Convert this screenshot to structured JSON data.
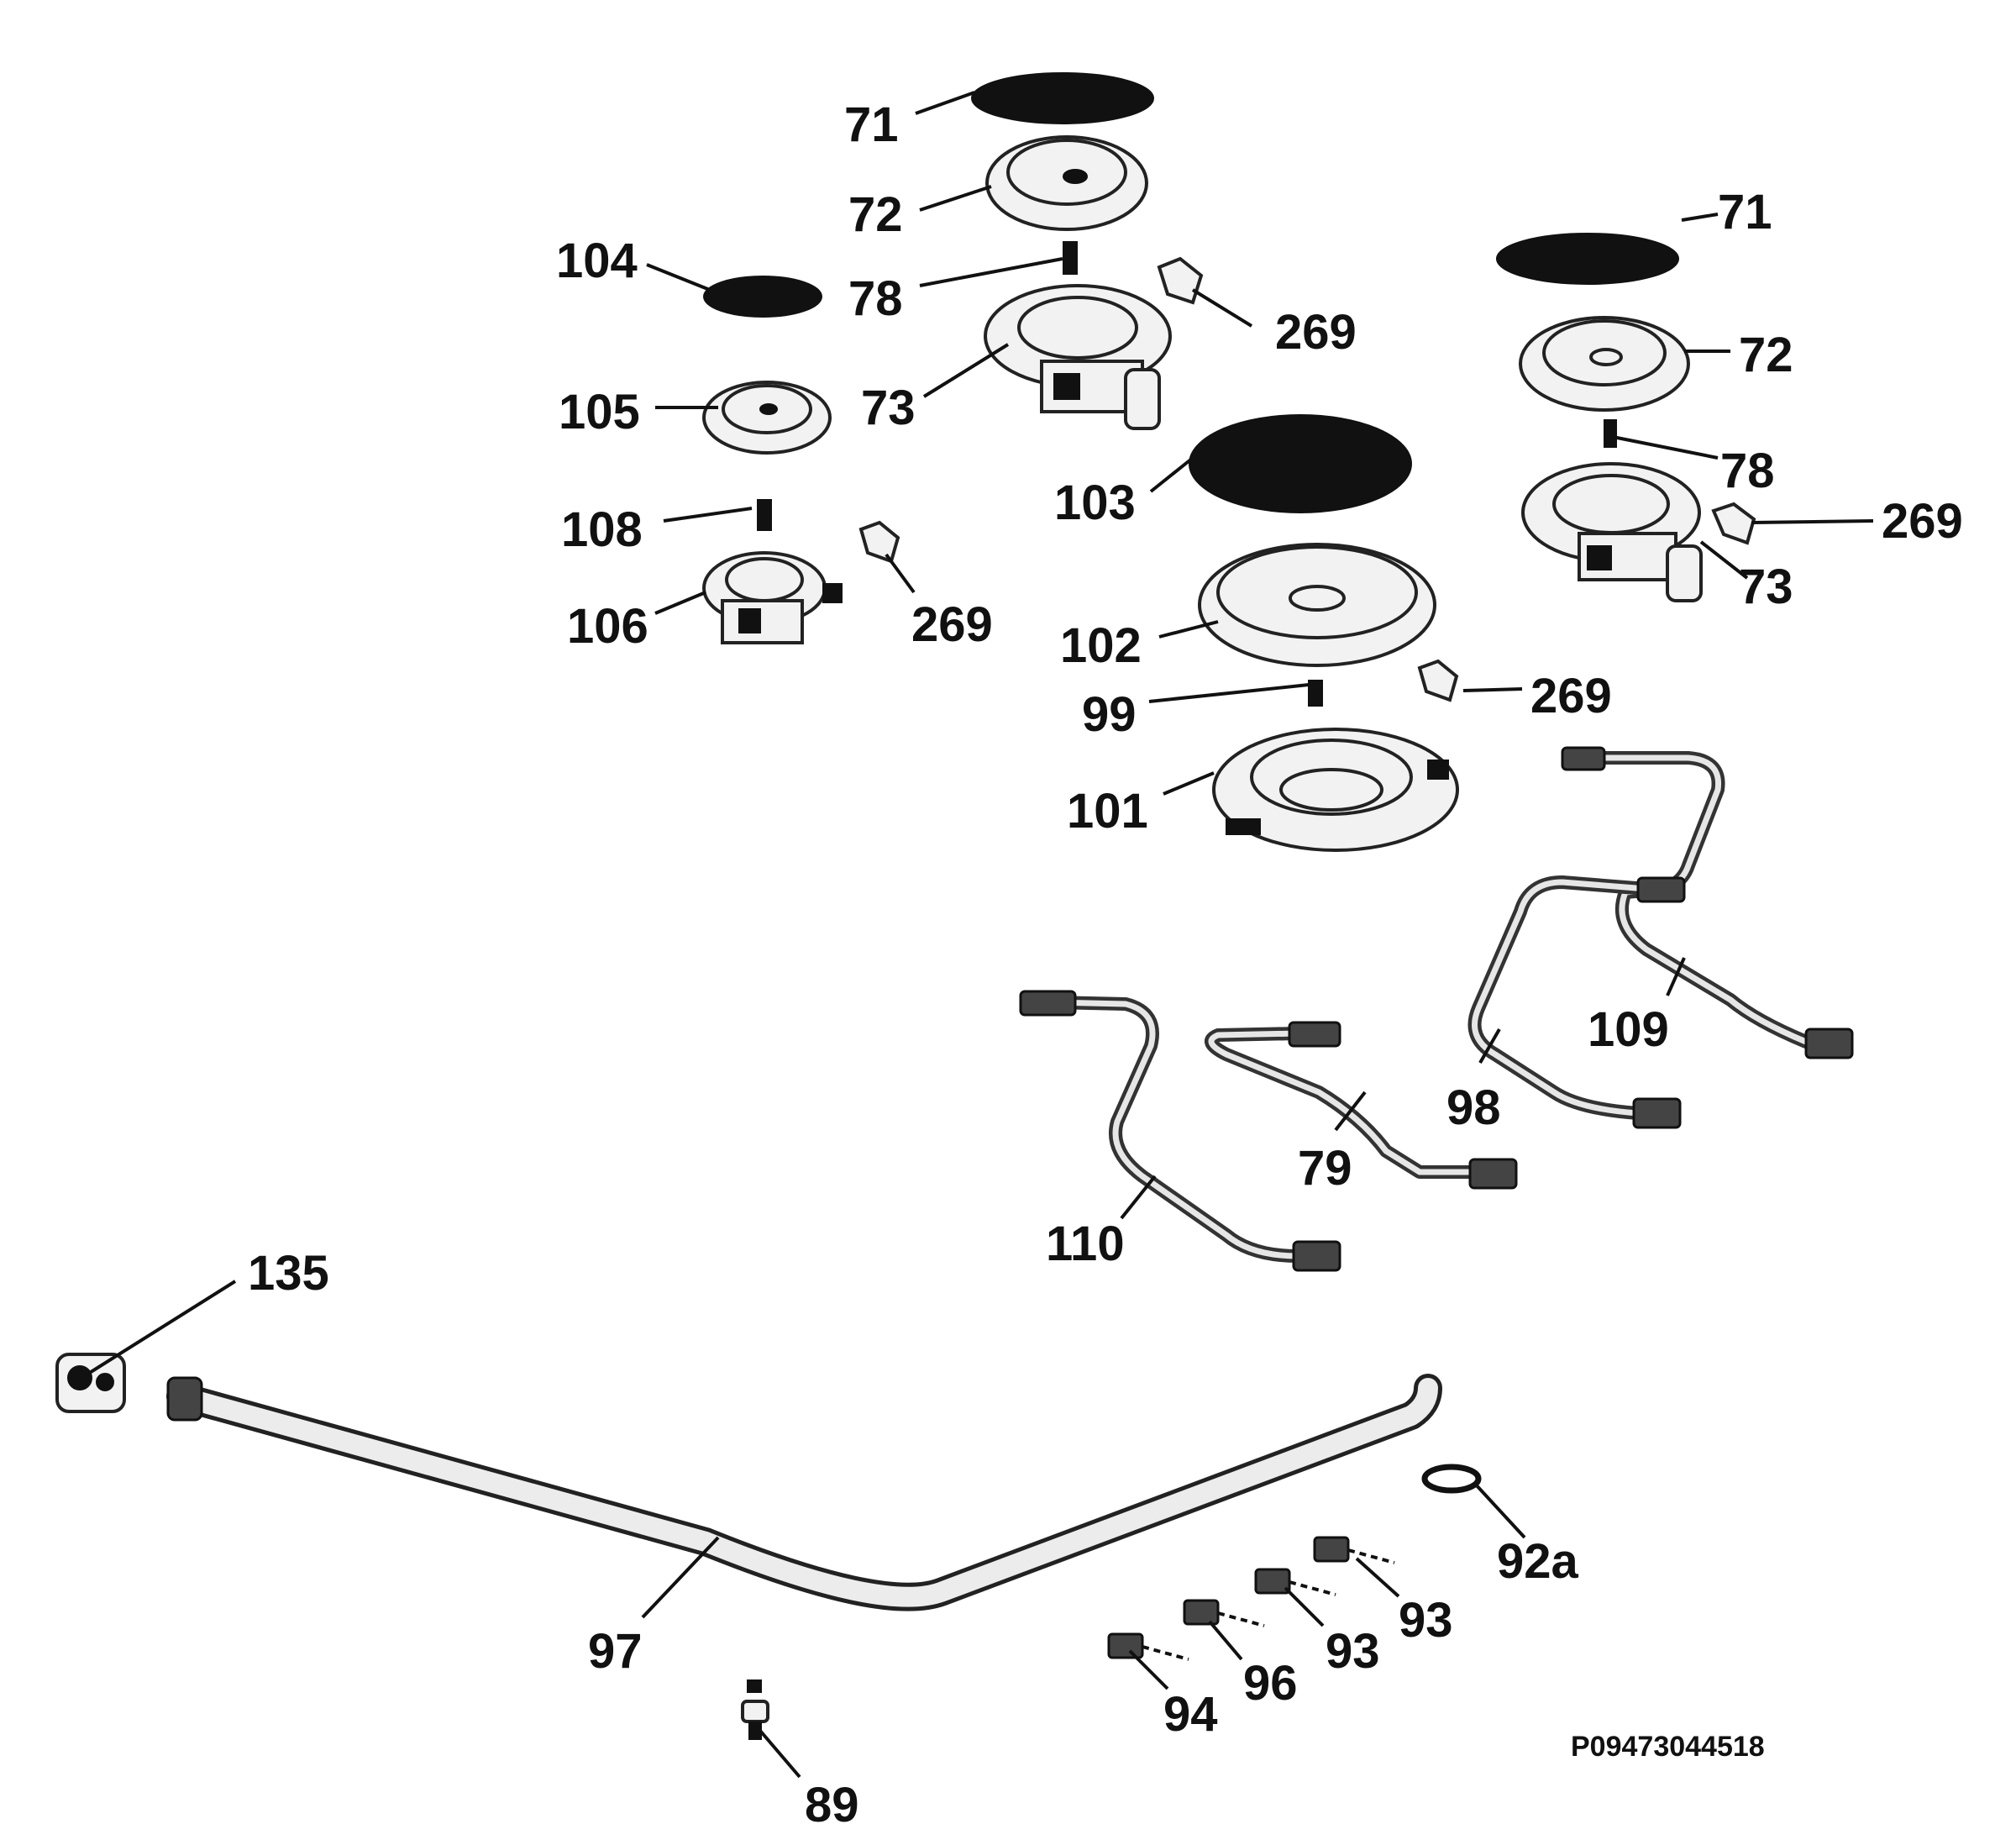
{
  "diagram_code": "P09473044518",
  "callouts": [
    {
      "id": "c71a",
      "text": "71"
    },
    {
      "id": "c72a",
      "text": "72"
    },
    {
      "id": "c104",
      "text": "104"
    },
    {
      "id": "c78a",
      "text": "78"
    },
    {
      "id": "c269a",
      "text": "269"
    },
    {
      "id": "c73a",
      "text": "73"
    },
    {
      "id": "c105",
      "text": "105"
    },
    {
      "id": "c103",
      "text": "103"
    },
    {
      "id": "c108",
      "text": "108"
    },
    {
      "id": "c269b",
      "text": "269"
    },
    {
      "id": "c106",
      "text": "106"
    },
    {
      "id": "c102",
      "text": "102"
    },
    {
      "id": "c99",
      "text": "99"
    },
    {
      "id": "c101",
      "text": "101"
    },
    {
      "id": "c71b",
      "text": "71"
    },
    {
      "id": "c72b",
      "text": "72"
    },
    {
      "id": "c78b",
      "text": "78"
    },
    {
      "id": "c269c",
      "text": "269"
    },
    {
      "id": "c73b",
      "text": "73"
    },
    {
      "id": "c269d",
      "text": "269"
    },
    {
      "id": "c109",
      "text": "109"
    },
    {
      "id": "c98",
      "text": "98"
    },
    {
      "id": "c79",
      "text": "79"
    },
    {
      "id": "c110",
      "text": "110"
    },
    {
      "id": "c135",
      "text": "135"
    },
    {
      "id": "c92a",
      "text": "92a"
    },
    {
      "id": "c97",
      "text": "97"
    },
    {
      "id": "c93a",
      "text": "93"
    },
    {
      "id": "c93b",
      "text": "93"
    },
    {
      "id": "c96",
      "text": "96"
    },
    {
      "id": "c94",
      "text": "94"
    },
    {
      "id": "c89",
      "text": "89"
    }
  ]
}
